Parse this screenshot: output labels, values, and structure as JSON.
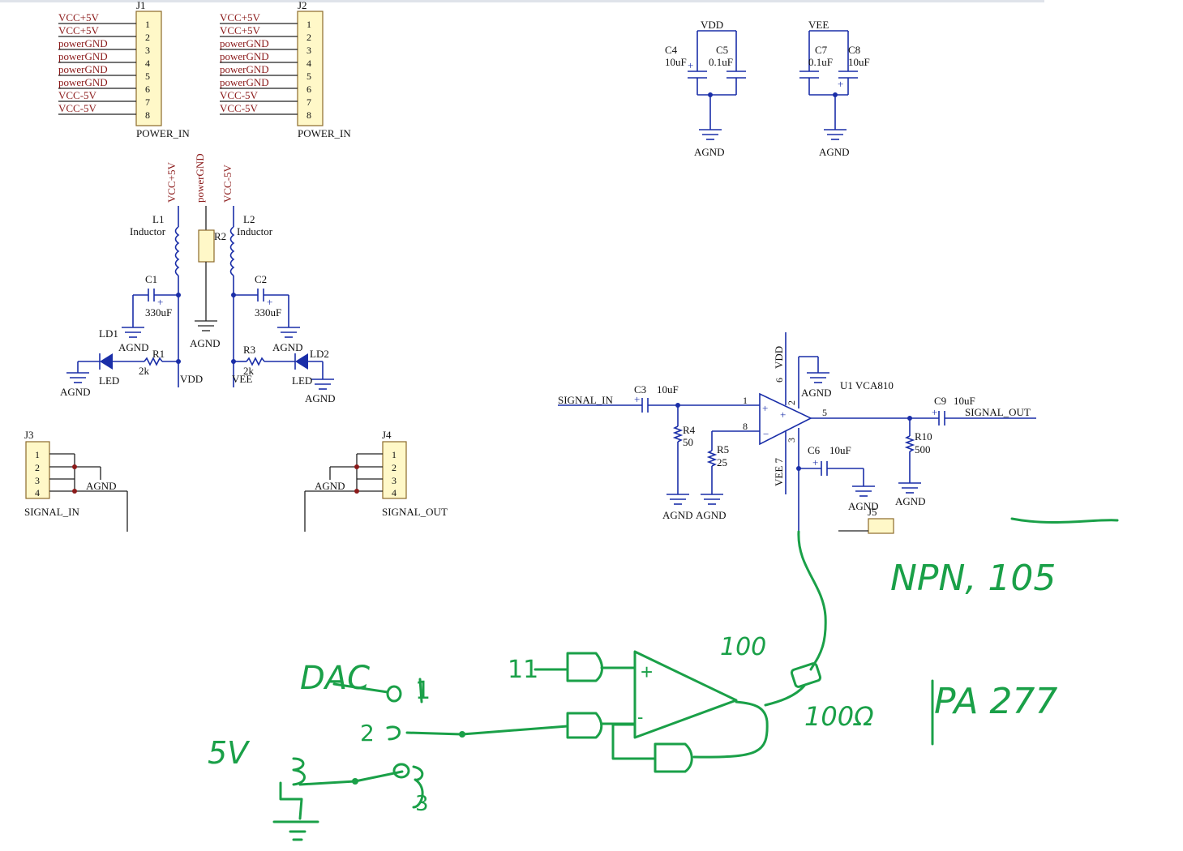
{
  "headers": {
    "j1": {
      "ref": "J1",
      "name": "POWER_IN",
      "pins": [
        "VCC+5V",
        "VCC+5V",
        "powerGND",
        "powerGND",
        "powerGND",
        "powerGND",
        "VCC-5V",
        "VCC-5V"
      ],
      "numbers": [
        "1",
        "2",
        "3",
        "4",
        "5",
        "6",
        "7",
        "8"
      ]
    },
    "j2": {
      "ref": "J2",
      "name": "POWER_IN",
      "pins": [
        "VCC+5V",
        "VCC+5V",
        "powerGND",
        "powerGND",
        "powerGND",
        "powerGND",
        "VCC-5V",
        "VCC-5V"
      ],
      "numbers": [
        "1",
        "2",
        "3",
        "4",
        "5",
        "6",
        "7",
        "8"
      ]
    },
    "j3": {
      "ref": "J3",
      "name": "SIGNAL_IN",
      "numbers": [
        "1",
        "2",
        "3",
        "4"
      ],
      "gnd": "AGND"
    },
    "j4": {
      "ref": "J4",
      "name": "SIGNAL_OUT",
      "numbers": [
        "1",
        "2",
        "3",
        "4"
      ],
      "gnd": "AGND"
    },
    "j5": {
      "ref": "J5"
    }
  },
  "decoupling": {
    "vdd": {
      "rail": "VDD",
      "c4": {
        "ref": "C4",
        "val": "10uF"
      },
      "c5": {
        "ref": "C5",
        "val": "0.1uF"
      },
      "gnd": "AGND"
    },
    "vee": {
      "rail": "VEE",
      "c7": {
        "ref": "C7",
        "val": "0.1uF"
      },
      "c8": {
        "ref": "C8",
        "val": "10uF"
      },
      "gnd": "AGND"
    }
  },
  "power_filter": {
    "nets": {
      "vccp": "VCC+5V",
      "pgnd": "powerGND",
      "vccn": "VCC-5V",
      "vdd": "VDD",
      "vee": "VEE"
    },
    "l1": {
      "ref": "L1",
      "val": "Inductor"
    },
    "l2": {
      "ref": "L2",
      "val": "Inductor"
    },
    "r2": {
      "ref": "R2"
    },
    "c1": {
      "ref": "C1",
      "val": "330uF"
    },
    "c2": {
      "ref": "C2",
      "val": "330uF"
    },
    "r1": {
      "ref": "R1",
      "val": "2k"
    },
    "r3": {
      "ref": "R3",
      "val": "2k"
    },
    "ld1": {
      "ref": "LD1",
      "val": "LED"
    },
    "ld2": {
      "ref": "LD2",
      "val": "LED"
    },
    "gnd": "AGND"
  },
  "amplifier": {
    "u1": "U1 VCA810",
    "in_net": "SIGNAL_IN",
    "out_net": "SIGNAL_OUT",
    "c3": {
      "ref": "C3",
      "val": "10uF"
    },
    "c9": {
      "ref": "C9",
      "val": "10uF"
    },
    "c6": {
      "ref": "C6",
      "val": "10uF"
    },
    "r4": {
      "ref": "R4",
      "val": "50"
    },
    "r5": {
      "ref": "R5",
      "val": "25"
    },
    "r10": {
      "ref": "R10",
      "val": "500"
    },
    "pins": {
      "p1": "1",
      "p8": "8",
      "p5": "5",
      "p2": "2",
      "p3": "3",
      "p6": "6",
      "p7": "7"
    },
    "vdd": "VDD",
    "vee": "VEE 7",
    "gnd": "AGND"
  },
  "handwriting": {
    "top_right": "NPN, 105",
    "dac": "DAC",
    "pin1": "1",
    "pin2": "2",
    "pin3": "3",
    "in_left": "11",
    "gain": "100",
    "resistor": "100Ω",
    "pa": "PA 277",
    "supply": "5V"
  },
  "colors": {
    "wire": "#1a2ea8",
    "net_label": "#8b1a1a",
    "header_fill": "#fff8c8",
    "ink": "#1aa048"
  }
}
